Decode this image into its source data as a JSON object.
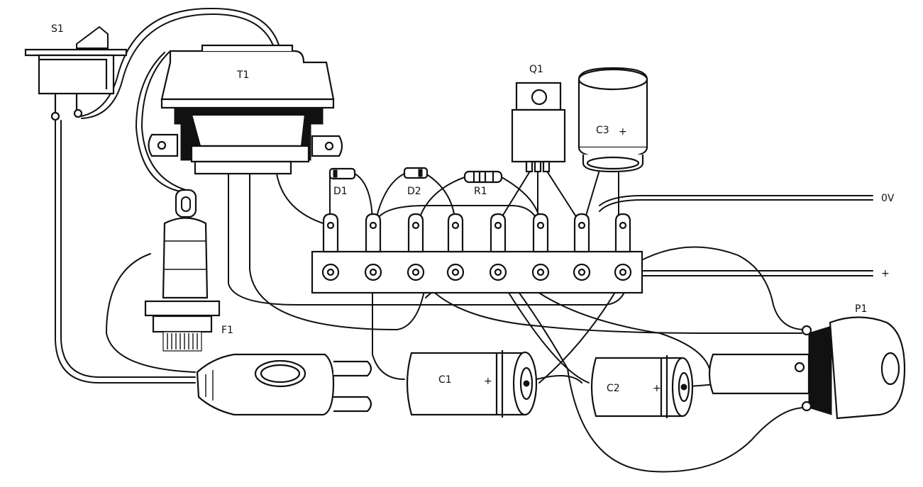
{
  "labels": {
    "s1": "S1",
    "t1": "T1",
    "q1": "Q1",
    "c3": "C3",
    "c3_polarity": "+",
    "d1": "D1",
    "d2": "D2",
    "r1": "R1",
    "out_0v": "0V",
    "out_plus": "+",
    "f1": "F1",
    "p1": "P1",
    "c1": "C1",
    "c1_polarity": "+",
    "c2": "C2",
    "c2_polarity": "+"
  }
}
